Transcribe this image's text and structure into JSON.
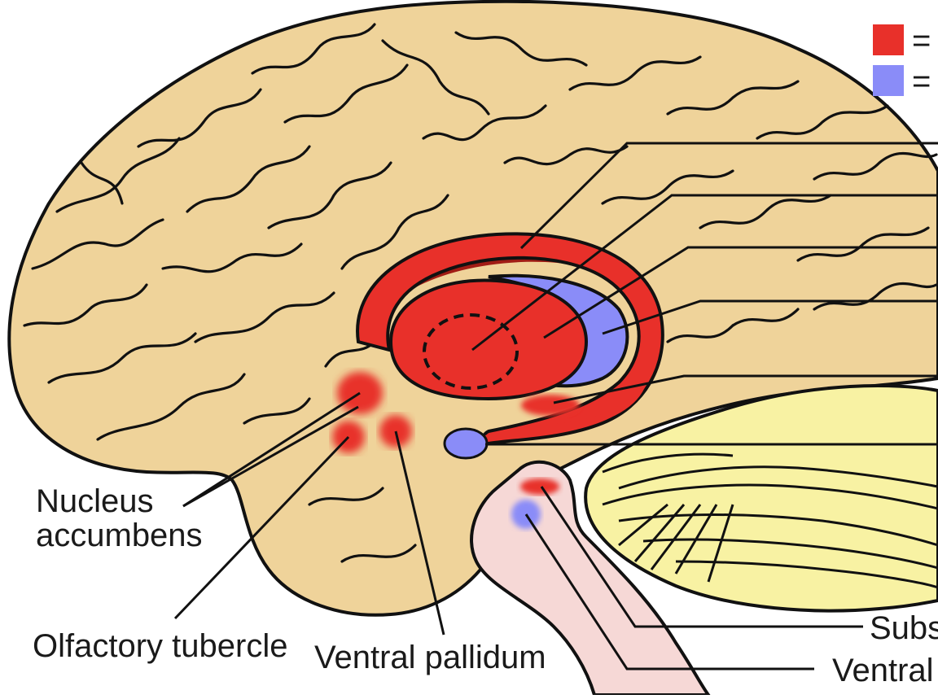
{
  "colors": {
    "background": "#ffffff",
    "cortex": "#efd39a",
    "outline": "#111111",
    "red_region": "#e8302a",
    "dark_red": "#a11c15",
    "blue_region": "#8a8cf8",
    "cerebellum": "#f8f2a3",
    "brainstem": "#f6d8d6"
  },
  "legend": {
    "red_eq": "=",
    "blue_eq": "="
  },
  "labels": {
    "nucleus_accumbens_line1": "Nucleus",
    "nucleus_accumbens_line2": "accumbens",
    "olfactory_tubercle": "Olfactory tubercle",
    "ventral_pallidum": "Ventral pallidum",
    "substantia_partial": "Subs",
    "ventral_partial": "Ventral"
  }
}
